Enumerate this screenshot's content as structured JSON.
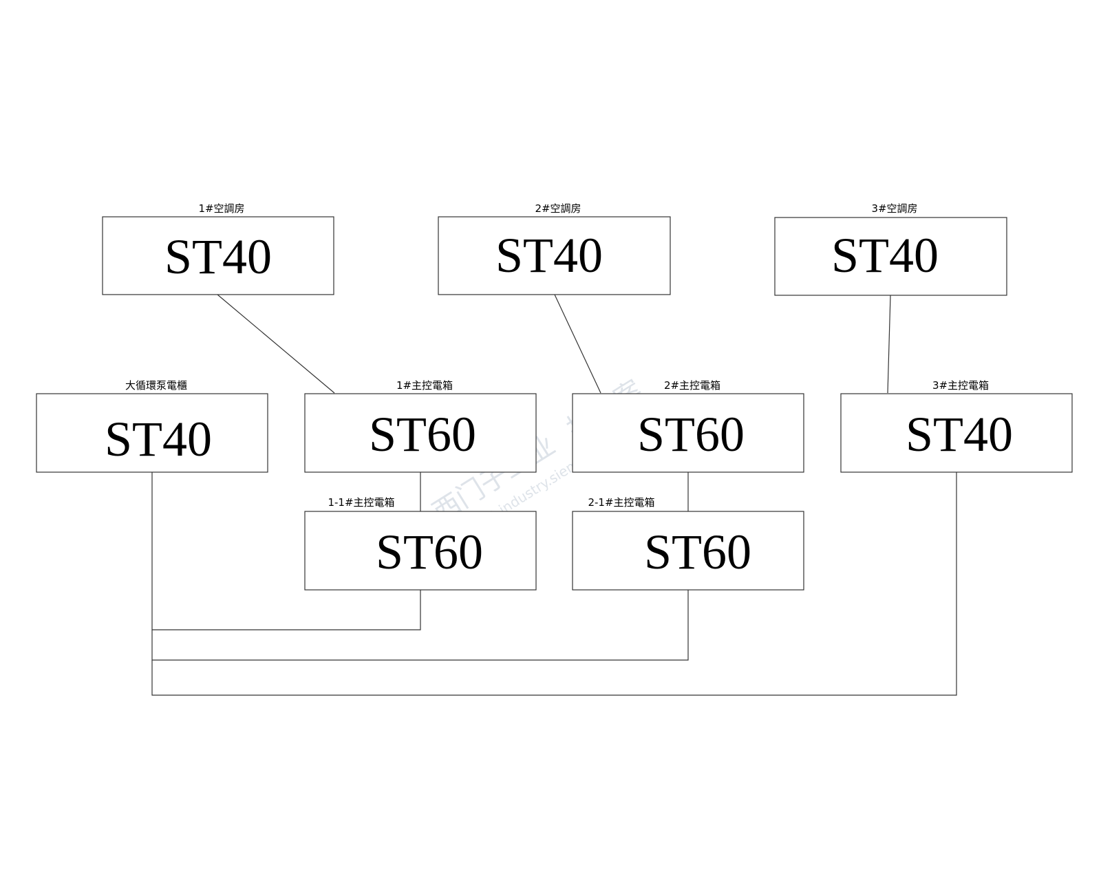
{
  "nodes": {
    "ac1": {
      "label": "1#空調房",
      "model": "ST40"
    },
    "ac2": {
      "label": "2#空調房",
      "model": "ST40"
    },
    "ac3": {
      "label": "3#空調房",
      "model": "ST40"
    },
    "pump": {
      "label": "大循環泵電櫃",
      "model": "ST40"
    },
    "main1": {
      "label": "1#主控電箱",
      "model": "ST60"
    },
    "main2": {
      "label": "2#主控電箱",
      "model": "ST60"
    },
    "main3": {
      "label": "3#主控電箱",
      "model": "ST40"
    },
    "main1_1": {
      "label": "1-1#主控電箱",
      "model": "ST60"
    },
    "main2_1": {
      "label": "2-1#主控電箱",
      "model": "ST60"
    }
  },
  "connections": [
    [
      "ac1",
      "main1"
    ],
    [
      "ac2",
      "main2"
    ],
    [
      "ac3",
      "main3"
    ],
    [
      "main1",
      "main1_1"
    ],
    [
      "main2",
      "main2_1"
    ],
    [
      "pump",
      "main1_1"
    ],
    [
      "pump",
      "main2_1"
    ],
    [
      "pump",
      "main3"
    ]
  ],
  "watermark": {
    "line1": "西门子工业",
    "line2": "找答案",
    "line3": "support.industry.siemens.com/cs"
  }
}
